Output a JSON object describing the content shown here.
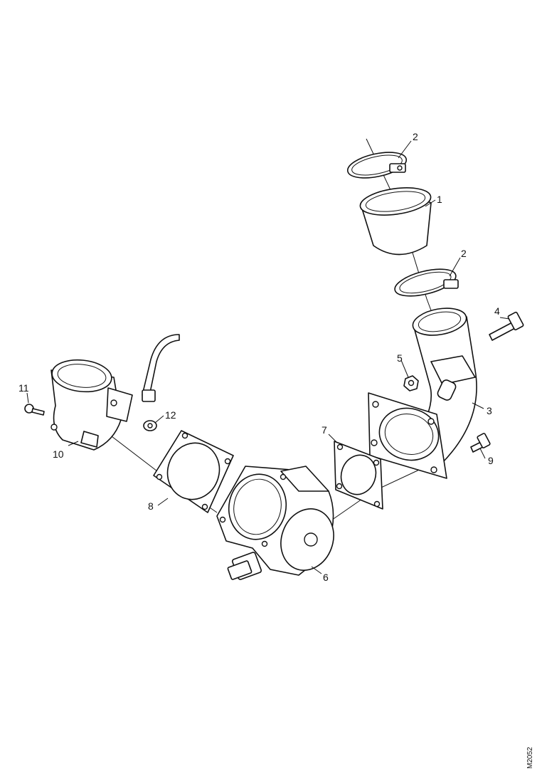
{
  "diagram": {
    "callouts": [
      {
        "id": "c1",
        "label": "1"
      },
      {
        "id": "c2a",
        "label": "2"
      },
      {
        "id": "c2b",
        "label": "2"
      },
      {
        "id": "c3",
        "label": "3"
      },
      {
        "id": "c4",
        "label": "4"
      },
      {
        "id": "c5",
        "label": "5"
      },
      {
        "id": "c6",
        "label": "6"
      },
      {
        "id": "c7",
        "label": "7"
      },
      {
        "id": "c8",
        "label": "8"
      },
      {
        "id": "c9",
        "label": "9"
      },
      {
        "id": "c10",
        "label": "10"
      },
      {
        "id": "c11",
        "label": "11"
      },
      {
        "id": "c12",
        "label": "12"
      }
    ],
    "reference_code": "M2052"
  }
}
